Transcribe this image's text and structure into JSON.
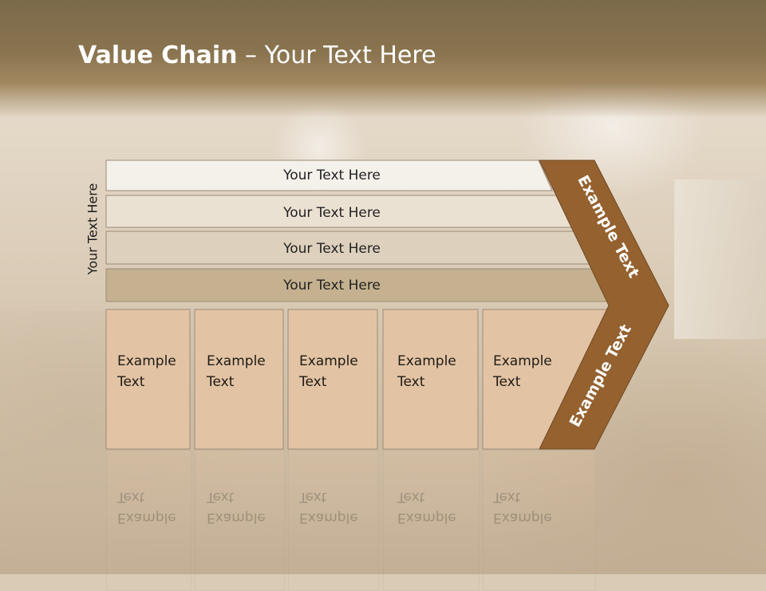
{
  "title": {
    "bold": "Value Chain",
    "rest": " – Your Text Here"
  },
  "side_label": "Your Text Here",
  "bars": [
    {
      "label": "Your Text Here",
      "color": "#f4f0ea"
    },
    {
      "label": "Your Text Here",
      "color": "#ebe1d3"
    },
    {
      "label": "Your Text Here",
      "color": "#ddd1bd"
    },
    {
      "label": "Your Text Here",
      "color": "#c5b18f"
    }
  ],
  "columns": [
    {
      "line1": "Example",
      "line2": "Text"
    },
    {
      "line1": "Example",
      "line2": "Text"
    },
    {
      "line1": "Example",
      "line2": "Text"
    },
    {
      "line1": "Example",
      "line2": "Text"
    },
    {
      "line1": "Example",
      "line2": "Text"
    }
  ],
  "chevron": {
    "upper_label": "Example Text",
    "lower_label": "Example Text",
    "color": "#95612f"
  },
  "colors": {
    "column_fill": "#e2c4a5",
    "column_border": "#9a8b78",
    "header": "#7b6a4b"
  }
}
